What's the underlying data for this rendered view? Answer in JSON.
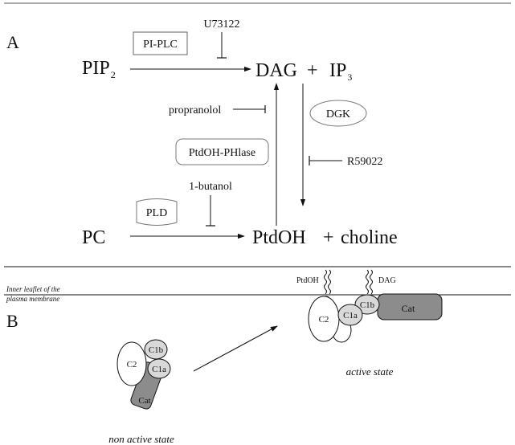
{
  "panel_a": {
    "label": "A",
    "nodes": {
      "pip2_main": "PIP",
      "pip2_sub": "2",
      "dag": "DAG",
      "plus1": "+",
      "ip3_main": "IP",
      "ip3_sub": "3",
      "pc": "PC",
      "ptdoh": "PtdOH",
      "plus2": "+",
      "choline": "choline"
    },
    "enzymes": {
      "pi_plc": "PI-PLC",
      "dgk": "DGK",
      "ptdoh_phlase": "PtdOH-PHlase",
      "pld": "PLD"
    },
    "inhibitors": {
      "u73122": "U73122",
      "propranolol": "propranolol",
      "r59022": "R59022",
      "butanol": "1-butanol"
    }
  },
  "panel_b": {
    "label": "B",
    "membrane_label_line1": "Inner leaflet of the",
    "membrane_label_line2": "plasma membrane",
    "lipids": {
      "ptdoh": "PtdOH",
      "dag": "DAG"
    },
    "domains": {
      "c2": "C2",
      "c1a": "C1a",
      "c1b": "C1b",
      "cat": "Cat"
    },
    "active_state": "active state",
    "non_active_state": "non active state",
    "colors": {
      "domain_light": "#d9d9d9",
      "domain_dark": "#8c8c8c",
      "line": "#111111"
    }
  }
}
